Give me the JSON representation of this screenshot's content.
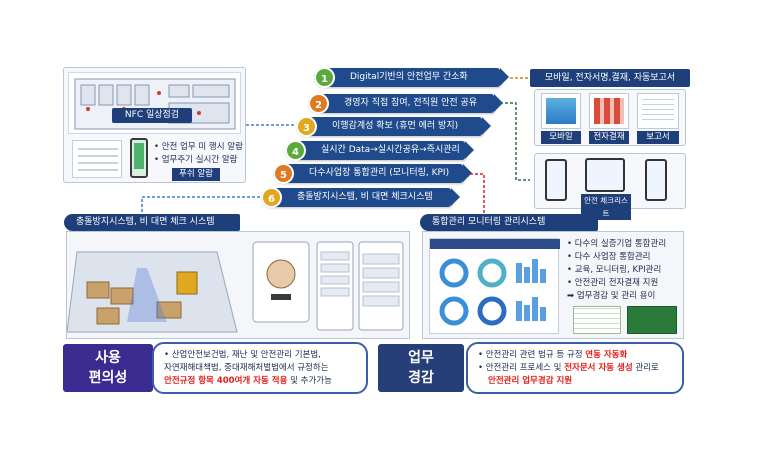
{
  "nfc": {
    "title": "NFC 일상점검",
    "bullets": [
      "• 안전 업무 미 행시 알람",
      "• 업무주기 실시간 알람"
    ],
    "push_label": "푸쉬 알람"
  },
  "steps": [
    {
      "num": "1",
      "label": "Digital기반의 안전업무 간소화",
      "color": "#5bab3c"
    },
    {
      "num": "2",
      "label": "경영자 직접 참여, 전직원 안전 공유",
      "color": "#e07a1f"
    },
    {
      "num": "3",
      "label": "이행감계성 확보 (휴먼 에러 방지)",
      "color": "#e0a81f"
    },
    {
      "num": "4",
      "label": "실시간 Data→실시간공유→즉시관리",
      "color": "#5bab3c"
    },
    {
      "num": "5",
      "label": "다수사업장 통합관리 (모니터링, KPI)",
      "color": "#e07a1f"
    },
    {
      "num": "6",
      "label": "충돌방지시스템, 비 대면 체크시스템",
      "color": "#e0a81f"
    }
  ],
  "mobile_panel": {
    "title": "모바일, 전자서명,결재, 자동보고서",
    "thumbs": [
      "모바일",
      "전자결재",
      "보고서"
    ]
  },
  "checklist_panel": {
    "label": "안전 체크리스트"
  },
  "collision_system": {
    "title": "충돌방지시스템, 비 대면 체크 시스템"
  },
  "monitoring_system": {
    "title": "통합관리 모니터링 관리시스템",
    "features": [
      "• 다수의 실증기업 통합관리",
      "• 다수 사업장 통합관리",
      "• 교육, 모니터링, KPI관리",
      "• 안전관리 전자결재 지원",
      "➡ 업무경감 및 관리 용이"
    ]
  },
  "footer_left": {
    "badge_line1": "사용",
    "badge_line2": "편의성",
    "line1": "• 산업안전보건법, 재난 및 안전관리 기본법,",
    "line2": "자연재해대책법, 중대재해처벌법에서 규정하는",
    "line3_red": "안전규정 항목 400여개 자동 적용",
    "line3_rest": " 및 추가가능"
  },
  "footer_right": {
    "badge_line1": "업무",
    "badge_line2": "경감",
    "line1_pre": "• 안전관리 관련 법규 등 규정 ",
    "line1_red": "연동 자동화",
    "line2_pre": "• 안전관리 프로세스 및 ",
    "line2_red": "전자문서 자동 생성",
    "line2_post": " 관리로",
    "line3_red": "안전관리 업무경감 지원"
  }
}
